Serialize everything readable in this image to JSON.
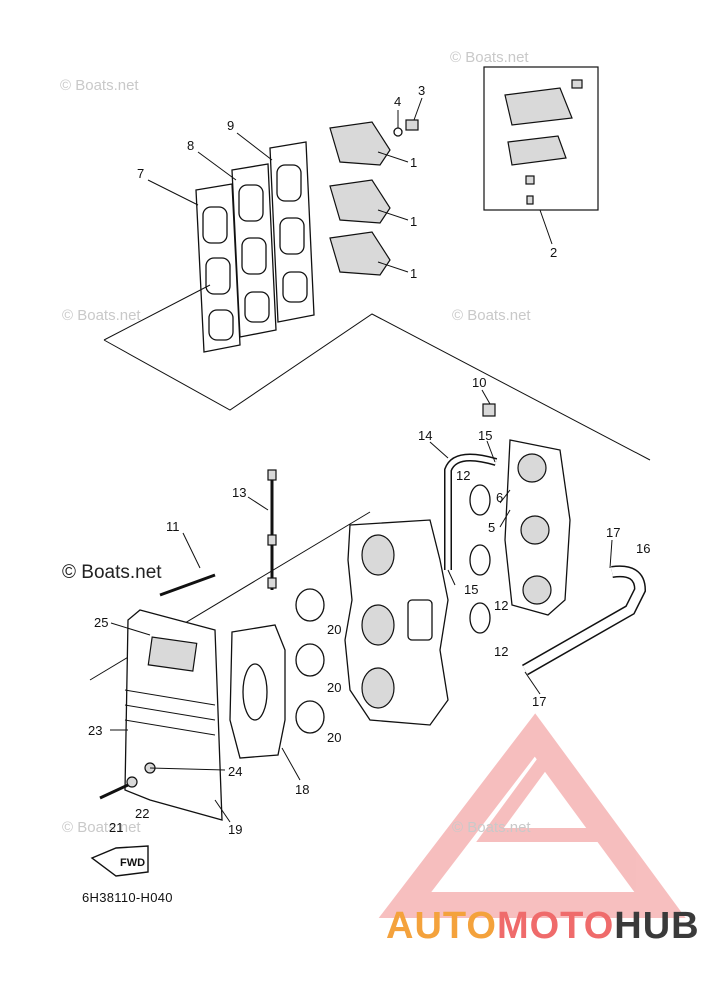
{
  "diagram": {
    "part_code": "6H38110-H040",
    "fwd_label": "FWD",
    "watermark_text": "© Boats.net",
    "callouts": [
      {
        "id": "c1a",
        "text": "1"
      },
      {
        "id": "c1b",
        "text": "1"
      },
      {
        "id": "c1c",
        "text": "1"
      },
      {
        "id": "c2",
        "text": "2"
      },
      {
        "id": "c3",
        "text": "3"
      },
      {
        "id": "c4",
        "text": "4"
      },
      {
        "id": "c5",
        "text": "5"
      },
      {
        "id": "c6",
        "text": "6"
      },
      {
        "id": "c7",
        "text": "7"
      },
      {
        "id": "c8",
        "text": "8"
      },
      {
        "id": "c9",
        "text": "9"
      },
      {
        "id": "c10",
        "text": "10"
      },
      {
        "id": "c11",
        "text": "11"
      },
      {
        "id": "c12a",
        "text": "12"
      },
      {
        "id": "c12b",
        "text": "12"
      },
      {
        "id": "c12c",
        "text": "12"
      },
      {
        "id": "c13",
        "text": "13"
      },
      {
        "id": "c14",
        "text": "14"
      },
      {
        "id": "c15a",
        "text": "15"
      },
      {
        "id": "c15b",
        "text": "15"
      },
      {
        "id": "c16",
        "text": "16"
      },
      {
        "id": "c17a",
        "text": "17"
      },
      {
        "id": "c17b",
        "text": "17"
      },
      {
        "id": "c18",
        "text": "18"
      },
      {
        "id": "c19",
        "text": "19"
      },
      {
        "id": "c20a",
        "text": "20"
      },
      {
        "id": "c20b",
        "text": "20"
      },
      {
        "id": "c20c",
        "text": "20"
      },
      {
        "id": "c21",
        "text": "21"
      },
      {
        "id": "c22",
        "text": "22"
      },
      {
        "id": "c23",
        "text": "23"
      },
      {
        "id": "c24",
        "text": "24"
      },
      {
        "id": "c25",
        "text": "25"
      }
    ]
  },
  "brand": {
    "part1": "AUTO",
    "part2": "MOTO",
    "part3": "HUB",
    "color_orange": "#f4a23c",
    "color_red": "#ef6b6b",
    "color_dark": "#3a3a3a"
  }
}
